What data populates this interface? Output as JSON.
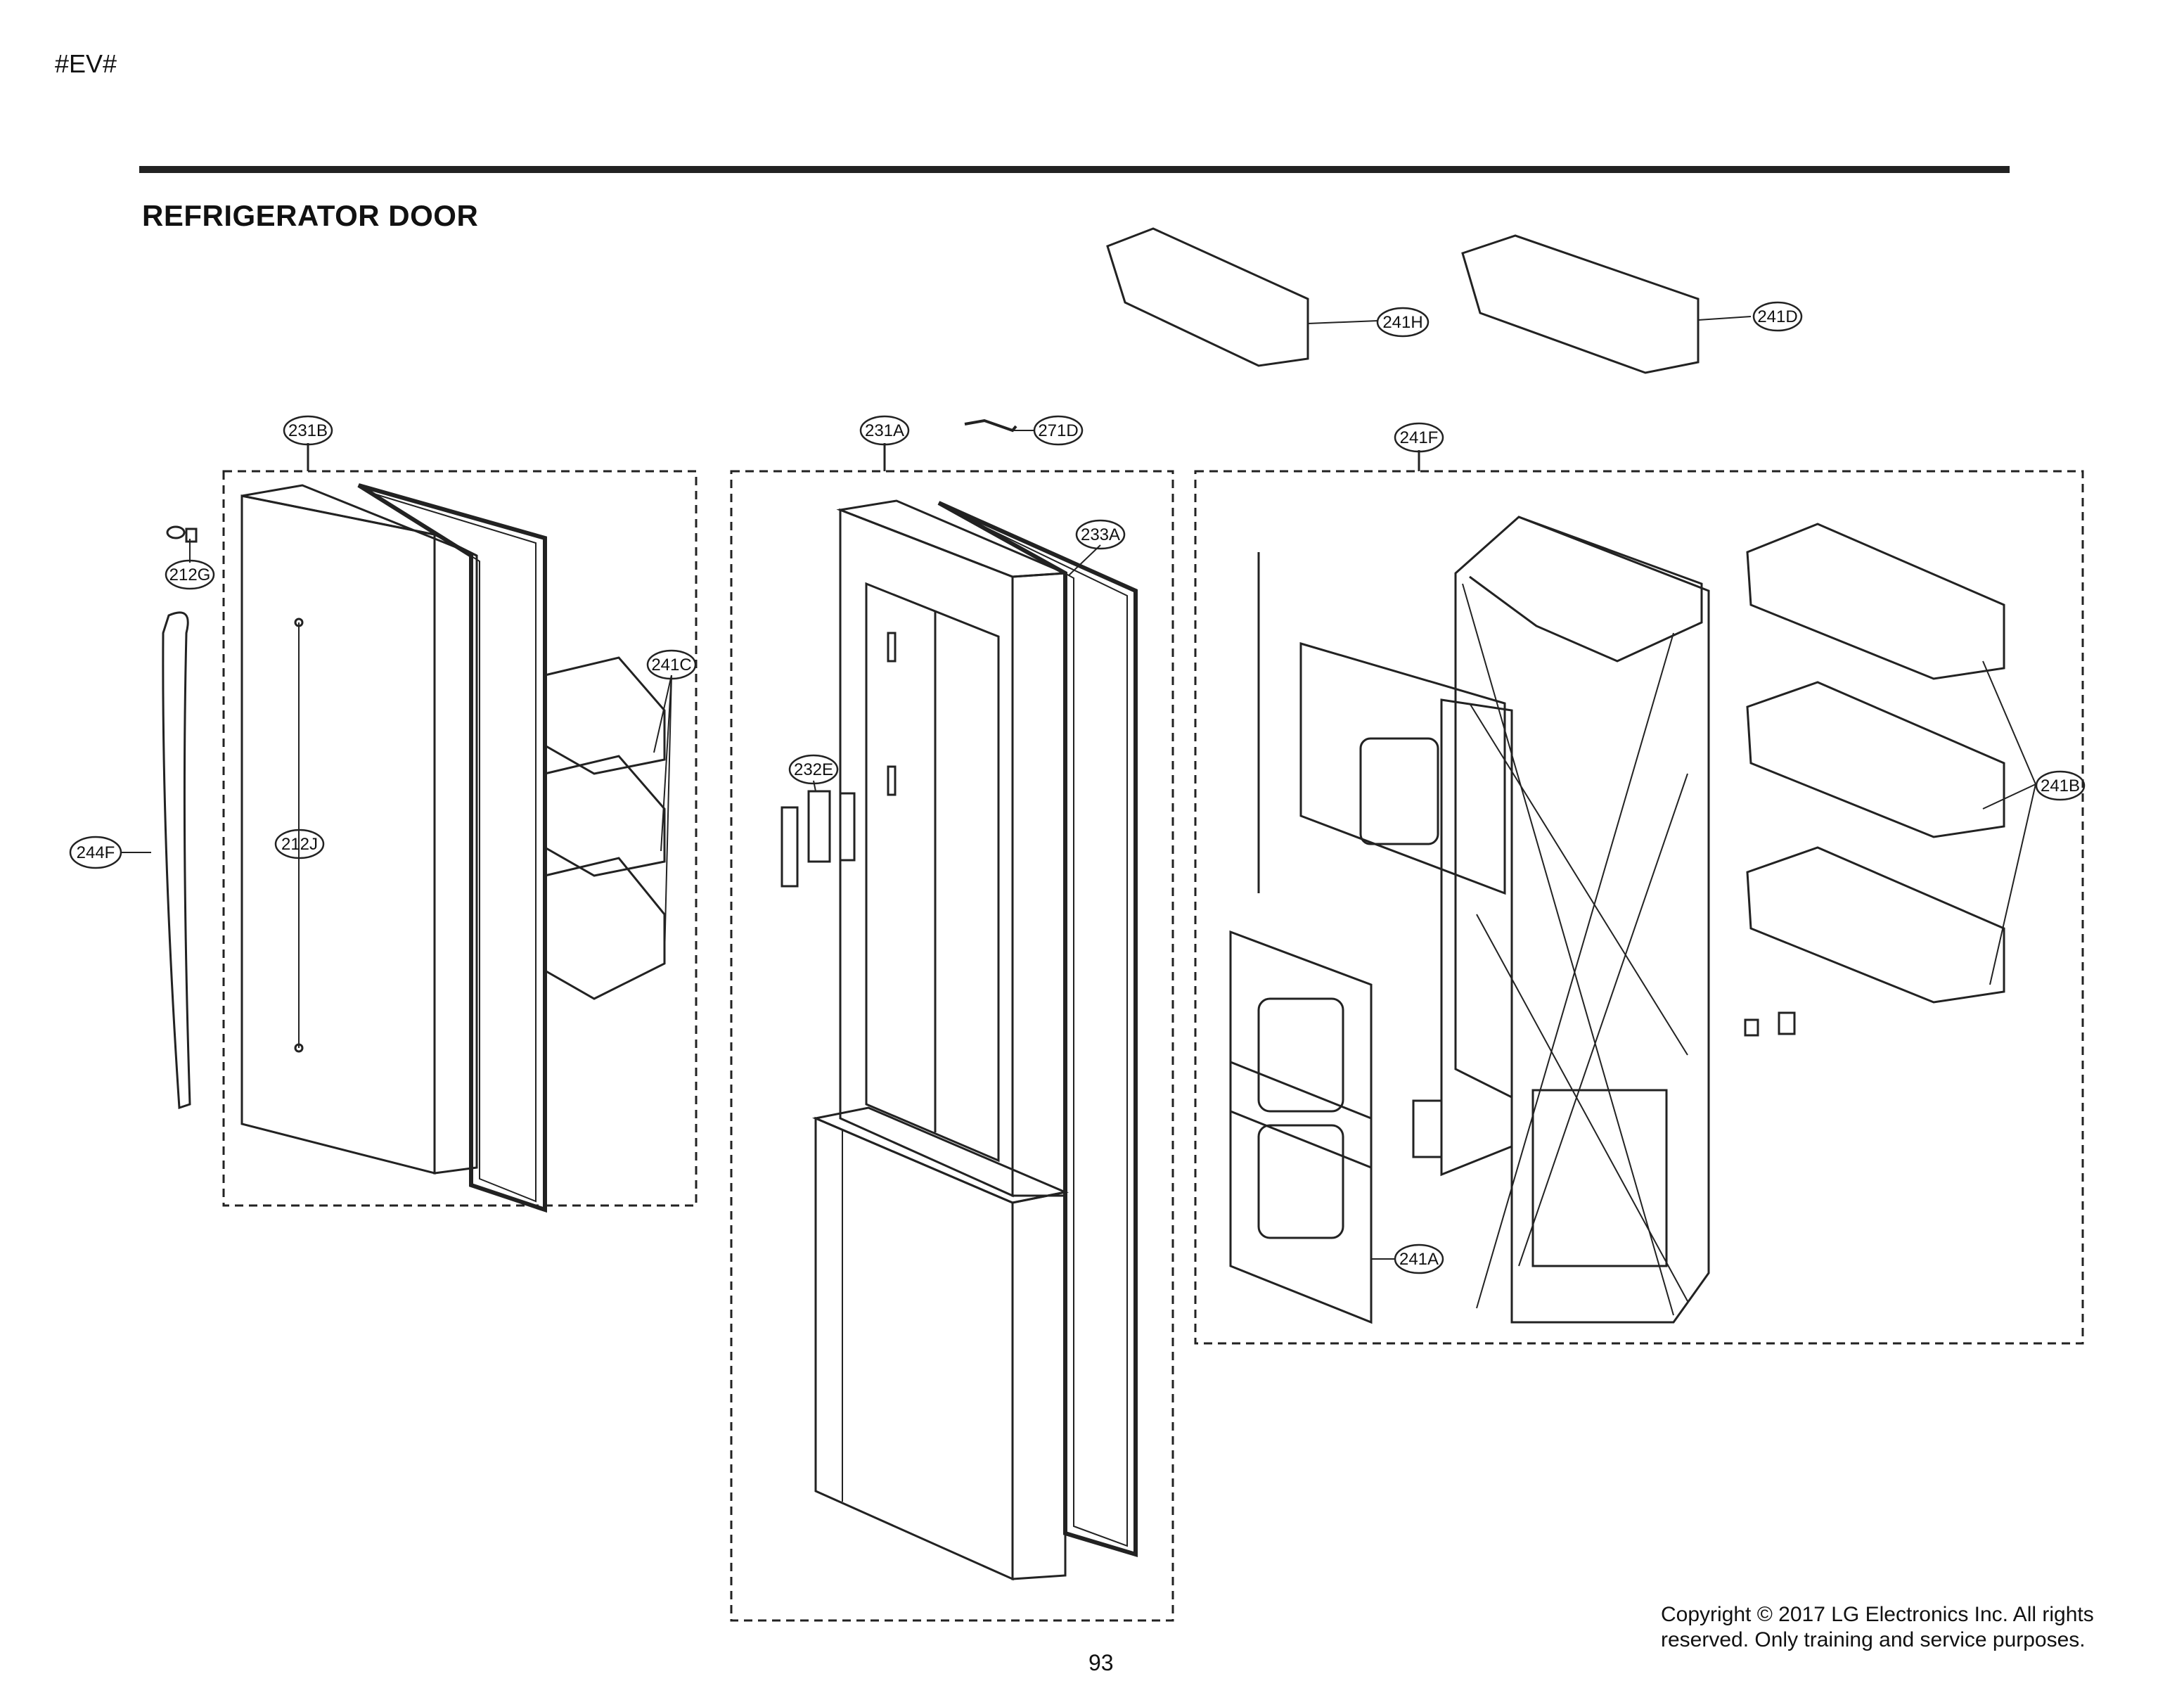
{
  "header": {
    "code": "#EV#",
    "title": "REFRIGERATOR DOOR"
  },
  "footer": {
    "copyright_line1": "Copyright © 2017 LG Electronics Inc. All rights",
    "copyright_line2": "reserved. Only training and service purposes.",
    "page_number": "93"
  },
  "callouts": {
    "c231B": "231B",
    "c212G": "212G",
    "c244F": "244F",
    "c212J": "212J",
    "c241C": "241C",
    "c231A": "231A",
    "c271D": "271D",
    "c233A": "233A",
    "c232E": "232E",
    "c241H": "241H",
    "c241D": "241D",
    "c241F": "241F",
    "c241B": "241B",
    "c241A": "241A"
  }
}
